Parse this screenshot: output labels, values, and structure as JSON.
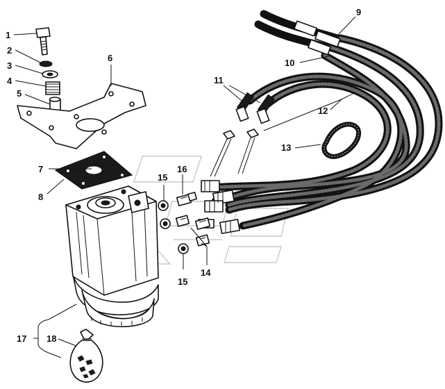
{
  "diagram": {
    "callouts": {
      "c1": "1",
      "c2": "2",
      "c3": "3",
      "c4": "4",
      "c5": "5",
      "c6": "6",
      "c7": "7",
      "c8": "8",
      "c9": "9",
      "c10": "10",
      "c11": "11",
      "c12": "12",
      "c13": "13",
      "c14": "14",
      "c15a": "15",
      "c15b": "15",
      "c16": "16",
      "c17": "17",
      "c18": "18"
    },
    "colors": {
      "ink": "#111111",
      "background": "#ffffff",
      "watermark": "#c9c9c9"
    }
  }
}
